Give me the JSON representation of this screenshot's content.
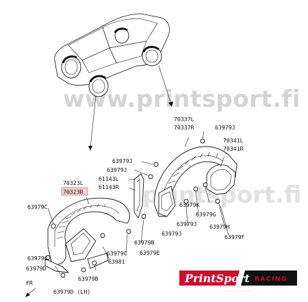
{
  "watermark": {
    "center": "www.printsport.fi",
    "lower": "printsport.fi"
  },
  "logo": {
    "main": "PrintSport",
    "sub": "RACING",
    "colors": {
      "red": "#c8102e",
      "black": "#111111"
    }
  },
  "fr_marker": "FR",
  "part_labels": {
    "70337L": "70337L",
    "70337R": "70337R",
    "63979J_top": "63979J",
    "70341L": "70341L",
    "70341R": "70341R",
    "63979J_a": "63979J",
    "63979J_b": "63979J",
    "61143L": "61143L",
    "61143R": "61143R",
    "70323L": "70323L",
    "70323R": "70323R",
    "63979C_top": "63979C",
    "63979K": "63979K",
    "63979G": "63979G",
    "63979J_c": "63979J",
    "63979J_d": "63979J",
    "63979H": "63979H",
    "63979F": "63979F",
    "63979B_top": "63979B",
    "63979C_mid": "63979C",
    "63981": "63981",
    "63979E": "63979E",
    "63979C_low": "63979C",
    "63979D": "63979D",
    "63979B_low": "63979B",
    "63979D_LH": "63979D (LH)"
  },
  "highlight_color": "#f6d2d2"
}
